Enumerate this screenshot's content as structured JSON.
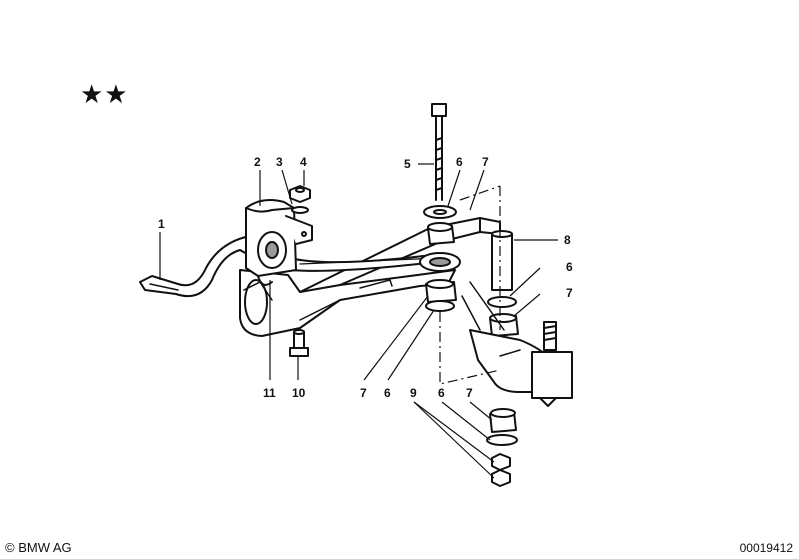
{
  "marks": {
    "stars": "★★"
  },
  "footer": {
    "copyright": "© BMW AG",
    "doc_number": "00019412"
  },
  "callouts": {
    "c1": "1",
    "c2": "2",
    "c3": "3",
    "c4": "4",
    "c5": "5",
    "c6a": "6",
    "c7a": "7",
    "c8": "8",
    "c6b": "6",
    "c7b": "7",
    "c11": "11",
    "c10": "10",
    "c7c": "7",
    "c6c": "6",
    "c9": "9",
    "c6d": "6",
    "c7d": "7"
  },
  "colors": {
    "ink": "#111111",
    "paper": "#ffffff",
    "shade": "#9a9a9a"
  }
}
